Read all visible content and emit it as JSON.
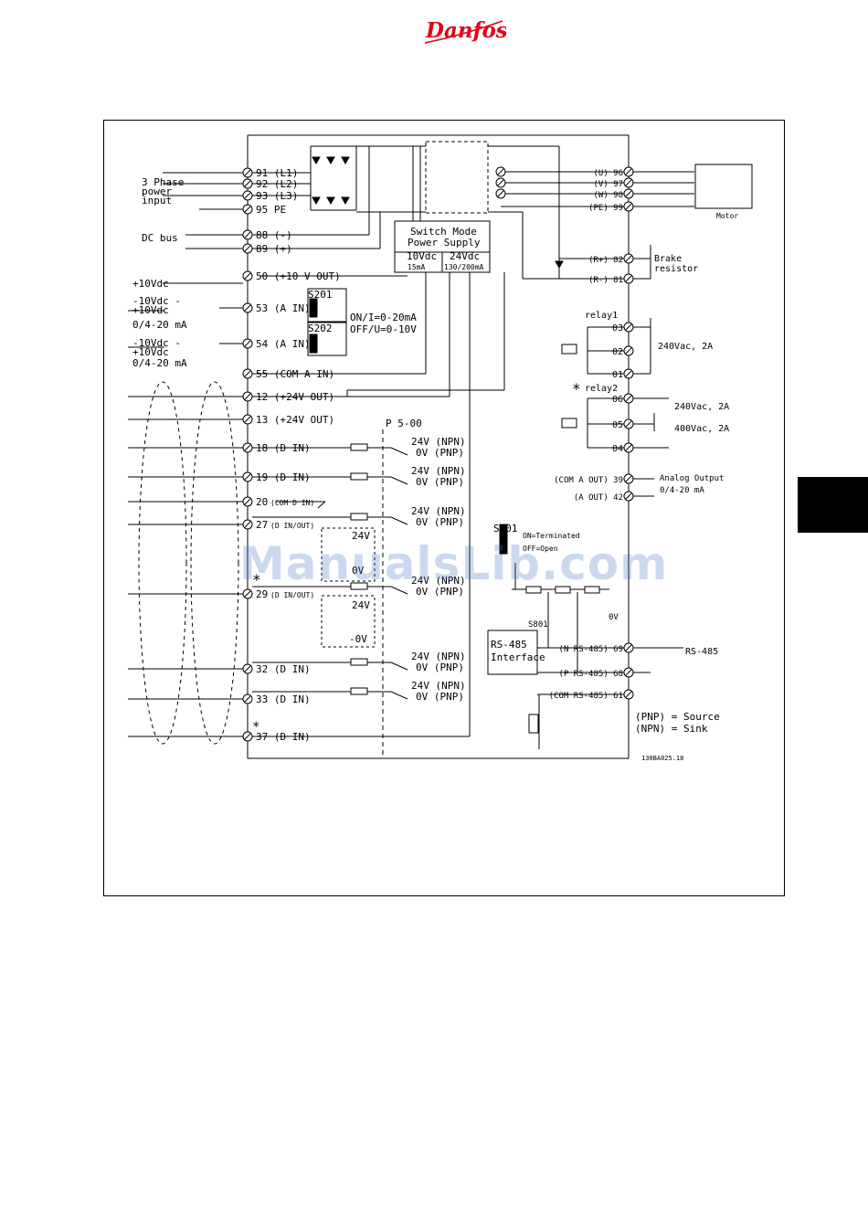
{
  "logo": {
    "text": "Danfoss",
    "color": "#e2001a"
  },
  "watermark": "ManualsLib.com",
  "diagram": {
    "power_input": [
      "3 Phase",
      "power",
      "input"
    ],
    "dc_bus": "DC bus",
    "supply_label": "+10Vdc",
    "ain1_labels": [
      "-10Vdc -",
      "+10Vdc",
      "0/4-20 mA"
    ],
    "ain2_labels": [
      "-10Vdc -",
      "+10Vdc",
      "0/4-20 mA"
    ],
    "terminals_left": [
      "91 (L1)",
      "92 (L2)",
      "93 (L3)",
      "95 PE",
      "88 (-)",
      "89 (+)",
      "50 (+10 V OUT)",
      "53 (A IN)",
      "54 (A IN)",
      "55 (COM A IN)",
      "12 (+24V OUT)",
      "13 (+24V OUT)",
      "18 (D IN)",
      "19 (D IN)",
      "20",
      "(COM D IN)",
      "27",
      "(D IN/OUT)",
      "29",
      "(D IN/OUT)",
      "32 (D IN)",
      "33 (D IN)",
      "37 (D IN)"
    ],
    "smps": {
      "title": [
        "Switch Mode",
        "Power Supply"
      ],
      "v10": "10Vdc",
      "v24": "24Vdc",
      "i10": "15mA",
      "i24": "130/200mA"
    },
    "switches": {
      "s201": "S201",
      "s202": "S202",
      "on_text": "ON",
      "s_on": "ON/I=0-20mA",
      "s_off": "OFF/U=0-10V"
    },
    "p500": "P 5-00",
    "npn": "24V (NPN)",
    "pnp": "0V (PNP)",
    "v24": "24V",
    "v0": "0V",
    "v0b": "-0V",
    "star": "*",
    "motor_terms": [
      "(U) 96",
      "(V) 97",
      "(W) 98",
      "(PE) 99"
    ],
    "motor": "Motor",
    "brake": {
      "label": [
        "Brake",
        "resistor"
      ],
      "rp": "(R+) 82",
      "rm": "(R-) 81"
    },
    "relay1": {
      "name": "relay1",
      "t": [
        "03",
        "02",
        "01"
      ],
      "rating": "240Vac, 2A"
    },
    "relay2": {
      "name": "relay2",
      "t": [
        "06",
        "05",
        "04"
      ],
      "rating1": "240Vac, 2A",
      "rating2": "400Vac, 2A"
    },
    "analog_out": {
      "com": "(COM A OUT) 39",
      "aout": "(A OUT) 42",
      "label": [
        "Analog Output",
        "0/4-20 mA"
      ]
    },
    "s801": {
      "name": "S801",
      "on": "ON=Terminated",
      "off": "OFF=Open",
      "v0": "0V"
    },
    "rs485": {
      "iface": [
        "RS-485",
        "Interface"
      ],
      "n": "(N RS-485) 69",
      "p": "(P RS-485) 68",
      "com": "(COM RS-485) 61",
      "label": "RS-485"
    },
    "legend": [
      "(PNP) = Source",
      "(NPN) = Sink"
    ],
    "code": "130BA025.18"
  }
}
